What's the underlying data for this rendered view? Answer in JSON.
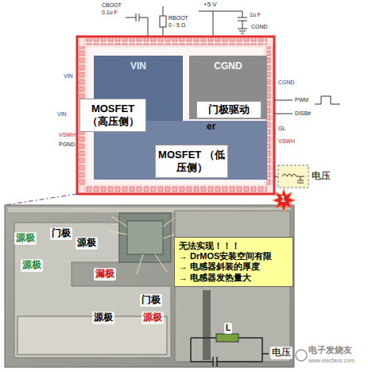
{
  "diagram": {
    "nodes": [
      {
        "text": [
          "VIN"
        ]
      },
      {
        "text": [
          "CGND"
        ]
      },
      {
        "text": [
          "er"
        ]
      },
      {
        "text": [
          "MOSFET （高压侧）"
        ]
      },
      {
        "text": [
          "门极驱动"
        ]
      },
      {
        "text": [
          "MOSFET （低压侧）"
        ]
      },
      {
        "text": [
          "无法实现！！！",
          "→ DrMOS安装空间有限",
          "→ 电感器斜装的厚度",
          "→ 电感器发热量大"
        ]
      }
    ],
    "labels": [
      "CBOOT",
      "0.1u F",
      "RBOOT",
      "0 - 5 Ω",
      "+5 V",
      "1u F",
      "CGND",
      "VIN",
      "VIN",
      "VSWH",
      "PGND",
      "CGND",
      "PWM",
      "DISB#",
      "GL",
      "VSWH",
      "电压",
      "1",
      "门极",
      "源极",
      "源极",
      "源极",
      "漏极",
      "门极",
      "源极",
      "源极",
      "L",
      "电压",
      "电子发烧友",
      "www.elecfans.com"
    ]
  }
}
